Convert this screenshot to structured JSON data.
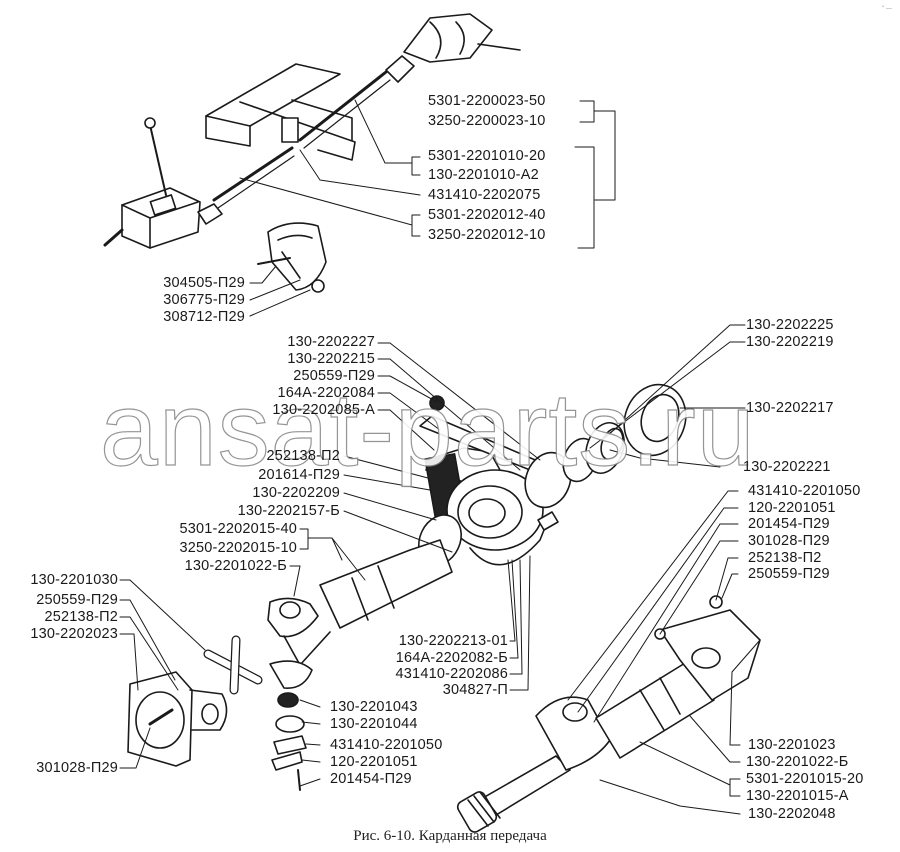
{
  "caption": "Рис. 6-10. Карданная передача",
  "watermark": "ansat-parts.ru",
  "corner_mark": "“ —",
  "labels": {
    "top": [
      "5301-2200023-50",
      "3250-2200023-10",
      "5301-2201010-20",
      "130-2201010-A2",
      "431410-2202075",
      "5301-2202012-40",
      "3250-2202012-10"
    ],
    "bracket": [
      "304505-П29",
      "306775-П29",
      "308712-П29"
    ],
    "support_left": [
      "130-2202227",
      "130-2202215",
      "250559-П29",
      "164А-2202084",
      "130-2202085-А"
    ],
    "support_right": [
      "130-2202225",
      "130-2202219",
      "130-2202217",
      "130-2202221"
    ],
    "shaft_left": [
      "252138-П2",
      "201614-П29",
      "130-2202209",
      "130-2202157-Б",
      "5301-2202015-40",
      "3250-2202015-10",
      "130-2201022-Б"
    ],
    "flange_left": [
      "130-2201030",
      "250559-П29",
      "252138-П2",
      "130-2202023",
      "301028-П29"
    ],
    "support_bottom": [
      "130-2202213-01",
      "164А-2202082-Б",
      "431410-2202086",
      "304827-П"
    ],
    "joint_bottom": [
      "130-2201043",
      "130-2201044",
      "431410-2201050",
      "120-2201051",
      "201454-П29"
    ],
    "rear_shaft_top": [
      "431410-2201050",
      "120-2201051",
      "201454-П29",
      "301028-П29",
      "252138-П2",
      "250559-П29"
    ],
    "rear_shaft_bottom": [
      "130-2201023",
      "130-2201022-Б",
      "5301-2201015-20",
      "130-2201015-А",
      "130-2202048"
    ]
  }
}
